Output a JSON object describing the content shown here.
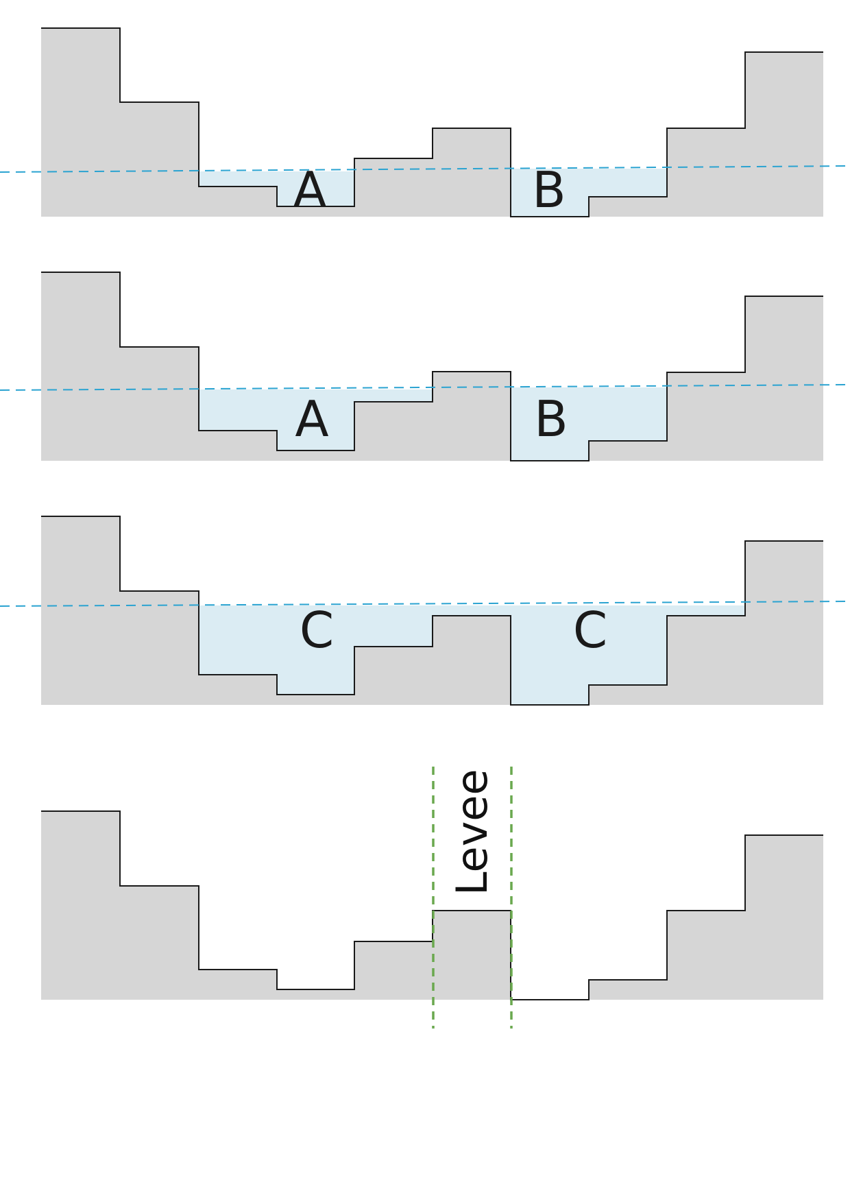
{
  "panels": [
    {
      "id": "panel-1",
      "labels": [
        {
          "text": "A"
        },
        {
          "text": "B"
        }
      ]
    },
    {
      "id": "panel-2",
      "labels": [
        {
          "text": "A"
        },
        {
          "text": "B"
        }
      ]
    },
    {
      "id": "panel-3",
      "labels": [
        {
          "text": "C"
        },
        {
          "text": "C"
        }
      ]
    },
    {
      "id": "panel-4",
      "labels": []
    }
  ],
  "levee": {
    "label": "Levee"
  },
  "colors": {
    "terrain": "#d6d6d6",
    "outline": "#1a1a1a",
    "water": "#dbecf3",
    "water_line": "#2aa3d1",
    "levee_line": "#6aa84f"
  }
}
